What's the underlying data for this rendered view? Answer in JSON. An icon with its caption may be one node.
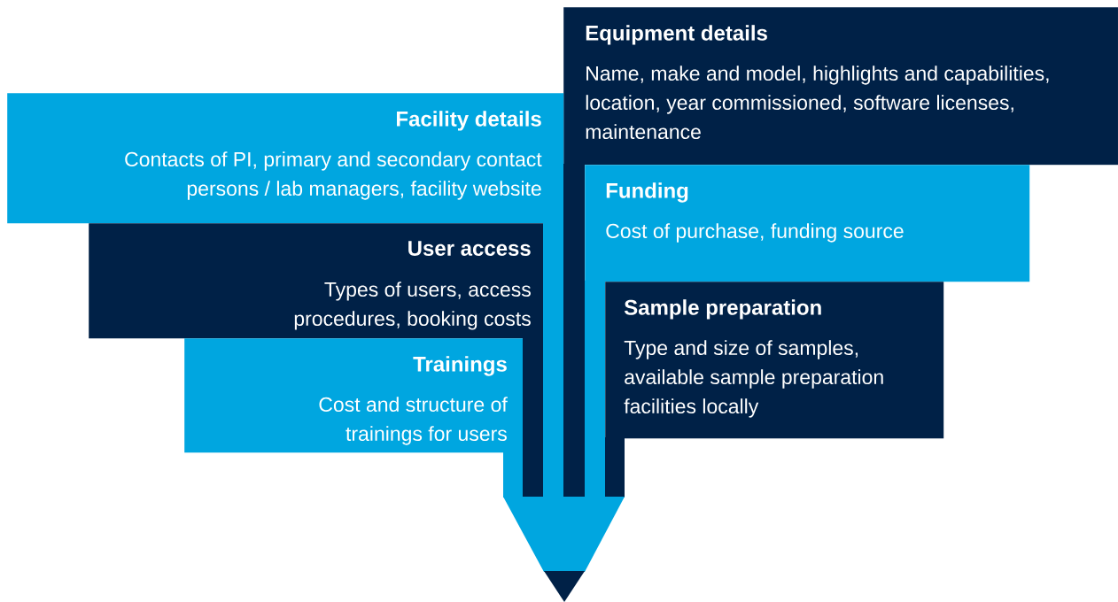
{
  "diagram": {
    "nodes": [
      {
        "text": [
          "Equipment details",
          "Name, make and model, highlights and capabilities, location, year commissioned, software licenses, maintenance"
        ]
      },
      {
        "text": [
          "Facility details",
          "Contacts of PI, primary and secondary contact persons / lab managers, facility website"
        ]
      },
      {
        "text": [
          "Funding",
          "Cost of purchase, funding source"
        ]
      },
      {
        "text": [
          "User access",
          "Types of users, access procedures, booking costs"
        ]
      },
      {
        "text": [
          "Sample preparation",
          "Type and size of samples, available sample preparation facilities locally"
        ]
      },
      {
        "text": [
          "Trainings",
          "Cost and structure of trainings for users"
        ]
      }
    ],
    "edges": []
  }
}
